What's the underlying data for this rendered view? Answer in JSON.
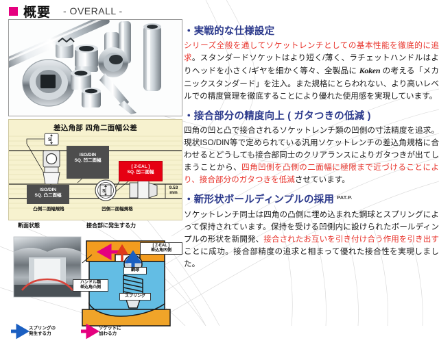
{
  "header": {
    "marker_color": "#e5007f",
    "title": "概要",
    "subtitle": "- OVERALL -"
  },
  "left_column": {
    "product_photo": {
      "alt_name": "socket-wrench-product-photo",
      "description": "クロームメッキのソケットレンチ類（ソケット・ラチェットハンドル・エクステンション）"
    },
    "tolerance_diagram": {
      "title": "差込角部 四角二面幅公差",
      "boxes": [
        {
          "id": "iso-concave",
          "label_line1": "ISO/DIN",
          "label_line2": "SQ. 凹二面幅",
          "style": "gray"
        },
        {
          "id": "zeal-concave",
          "label_line1": "[ Z-EAL ]",
          "label_line2": "SQ. 凹二面幅",
          "style": "red"
        },
        {
          "id": "iso-convex",
          "label_line1": "ISO/DIN",
          "label_line2": "SQ. 凸二面幅",
          "style": "gray"
        }
      ],
      "captions": [
        {
          "id": "convex-spec",
          "text": "凸側二面幅規格"
        },
        {
          "id": "concave-spec",
          "text": "凹側二面幅規格"
        }
      ],
      "dimension": {
        "value": "9.53",
        "unit": "mm"
      },
      "symbol": "S",
      "background_color": "#f7f2cf"
    },
    "force_diagram": {
      "section_label": "断面状態",
      "force_label": "接合部に発生する力",
      "tags": [
        {
          "id": "zeal-concave-drive",
          "line1": "[ Z-EAL ]",
          "line2": "差込角凹側"
        },
        {
          "id": "handle-convex-drive",
          "line1": "ハンドル類",
          "line2": "差込角凸側"
        },
        {
          "id": "steel-ball",
          "line1": "鋼球",
          "line2": ""
        },
        {
          "id": "spring",
          "line1": "スプリング",
          "line2": ""
        }
      ],
      "legend": [
        {
          "id": "spring-force",
          "color": "#1b5fc1",
          "line1": "スプリングの",
          "line2": "発生する力"
        },
        {
          "id": "socket-force",
          "color": "#e5007f",
          "line1": "ソケットに",
          "line2": "加わる力"
        }
      ]
    }
  },
  "right_column": {
    "sections": [
      {
        "id": "practical-spec",
        "heading": "・実戦的な仕様設定",
        "pat": "",
        "body_parts": [
          {
            "text": "シリーズ全般を通してソケットレンチとしての基本性能を徹底的に追求",
            "highlight": true
          },
          {
            "text": "。スタンダードソケットはより短く/薄く、ラチェットハンドルはよりヘッドを小さく/ギヤを細かく等々、全製品に ",
            "highlight": false
          },
          {
            "text": "Koken",
            "highlight": false,
            "brand": true
          },
          {
            "text": " の考える「メカニックスタンダード」を注入。また規格にとらわれない、より高いレベルでの精度管理を徹底することにより優れた使用感を実現しています。",
            "highlight": false
          }
        ]
      },
      {
        "id": "joint-accuracy",
        "heading": "・接合部分の精度向上 ( ガタつきの低減 )",
        "pat": "",
        "body_parts": [
          {
            "text": "四角の凹と凸で接合されるソケットレンチ類の凹側の寸法精度を追求。現状ISO/DIN等で定められている汎用ソケットレンチの差込角規格に合わせるとどうしても接合部同士のクリアランスによりガタつきが出てしまうことから、",
            "highlight": false
          },
          {
            "text": "四角凹側を凸側の二面幅に極限まで近づけることにより、接合部分のガタつきを低減",
            "highlight": true
          },
          {
            "text": "させています。",
            "highlight": false
          }
        ]
      },
      {
        "id": "ball-dimple",
        "heading": "・新形状ボールディンプルの採用",
        "pat": "PAT.P.",
        "body_parts": [
          {
            "text": "ソケットレンチ同士は四角の凸側に埋め込まれた鋼球とスプリングによって保持されています。保持を受ける凹側内に設けられたボールディンプルの形状を新開発、",
            "highlight": false
          },
          {
            "text": "接合されたお互いを引き付け合う作用を引き出す",
            "highlight": true
          },
          {
            "text": "ことに成功。接合部精度の追求と相まって優れた接合性を実現しました。",
            "highlight": false
          }
        ]
      }
    ]
  },
  "colors": {
    "heading_blue": "#2c3a8c",
    "highlight_red": "#e8322a",
    "accent_magenta": "#e5007f",
    "box_red": "#e60012",
    "box_gray": "#4d4d4d",
    "diagram_cream": "#f7f2cf"
  }
}
